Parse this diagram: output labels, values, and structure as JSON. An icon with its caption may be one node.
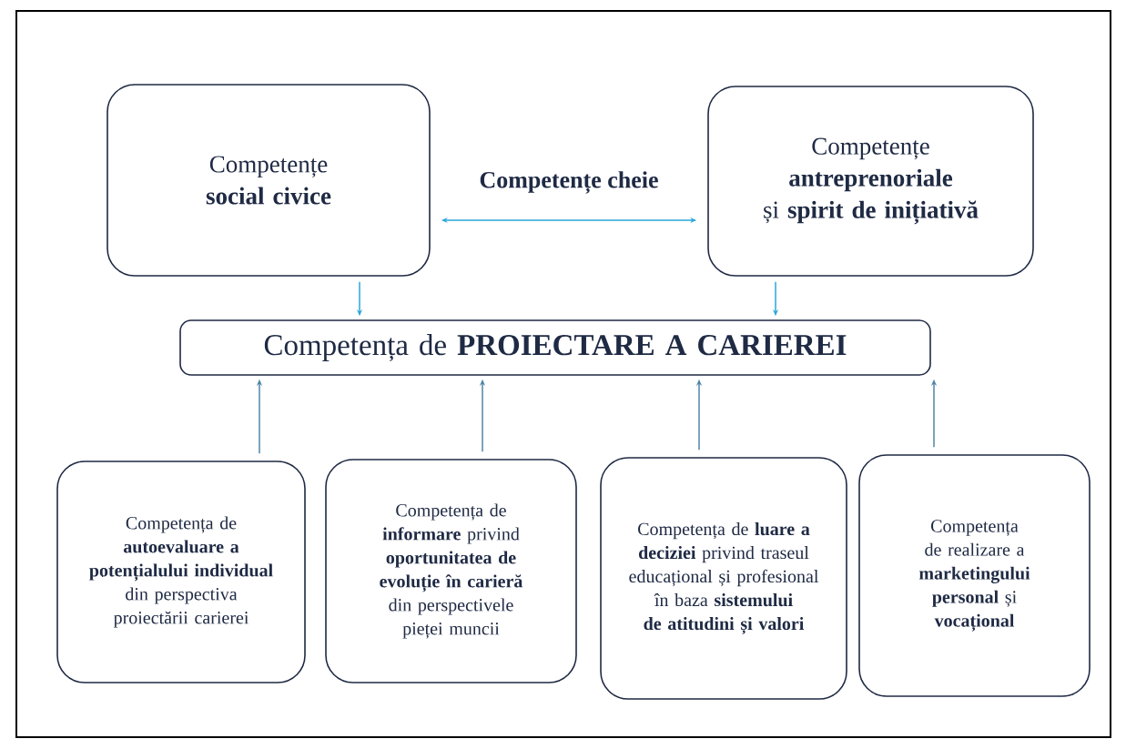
{
  "diagram": {
    "nodes": [
      {
        "text": [
          "Competențe **social civice**"
        ]
      },
      {
        "text": [
          "Competențe **antreprenoriale** și **spirit de inițiativă**"
        ]
      },
      {
        "text": [
          "Competența de **PROIECTARE A CARIEREI**"
        ]
      },
      {
        "text": [
          "Competența de **autoevaluare a potențialului individual** din perspectiva proiectării carierei"
        ]
      },
      {
        "text": [
          "Competența de **informare** privind **oportunitatea de evoluție în carieră** din perspectivele pieței muncii"
        ]
      },
      {
        "text": [
          "Competența de **luare a deciziei** privind traseul educațional și profesional în baza **sistemului de atitudini și valori**"
        ]
      },
      {
        "text": [
          "Competența de realizare a **marketingului personal** și **vocațional**"
        ]
      }
    ],
    "edges": [
      {
        "from": 0,
        "to": 1,
        "arrow": "both",
        "label": "Competențe cheie",
        "color": "#2aa6d9"
      },
      {
        "from": 0,
        "to": 2,
        "arrow": "to",
        "color": "#2aa6d9"
      },
      {
        "from": 1,
        "to": 2,
        "arrow": "to",
        "color": "#2aa6d9"
      },
      {
        "from": 3,
        "to": 2,
        "arrow": "to"
      },
      {
        "from": 4,
        "to": 2,
        "arrow": "to"
      },
      {
        "from": 5,
        "to": 2,
        "arrow": "to"
      },
      {
        "from": 6,
        "to": 2,
        "arrow": "to"
      }
    ]
  }
}
